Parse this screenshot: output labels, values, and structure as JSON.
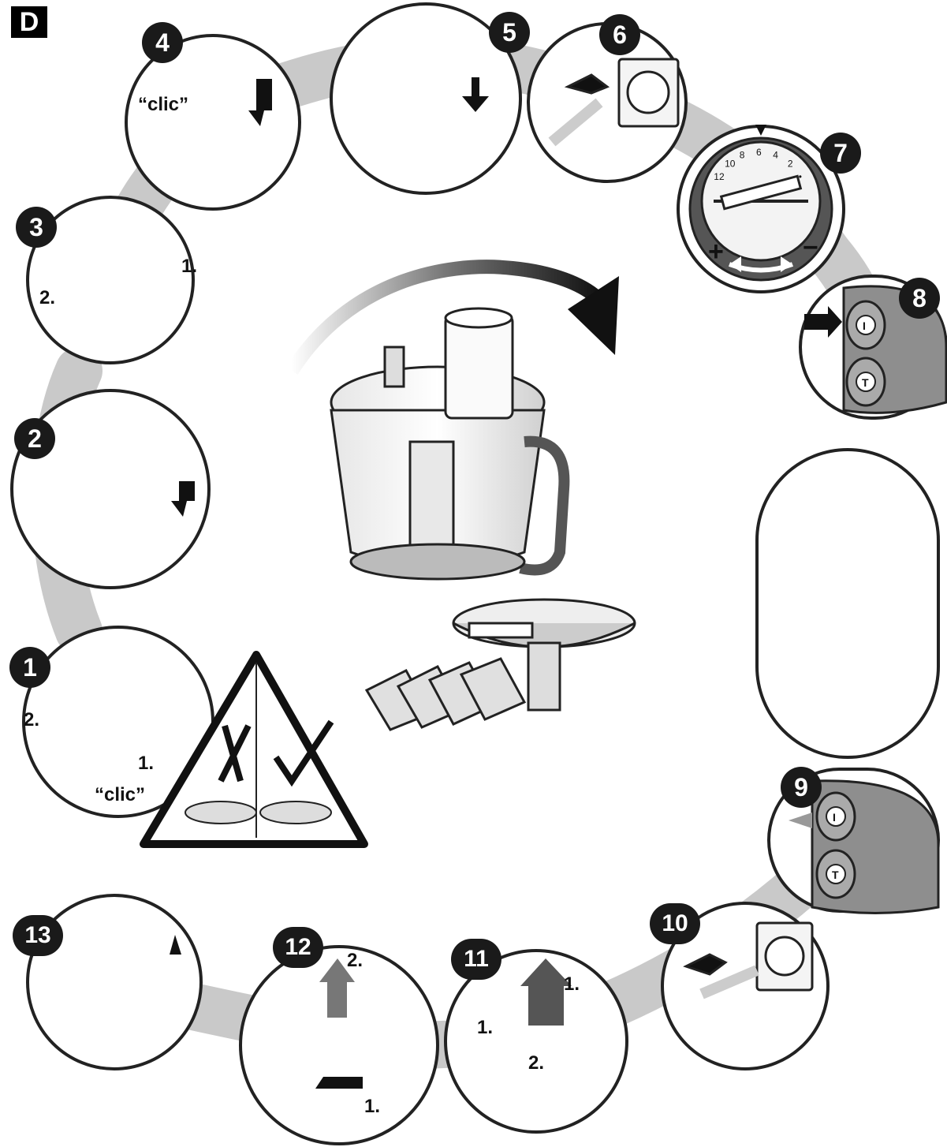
{
  "section": "D",
  "steps": [
    {
      "num": "1",
      "labels": {
        "a": "2.",
        "b": "1.",
        "clic": "“clic”"
      }
    },
    {
      "num": "2"
    },
    {
      "num": "3",
      "labels": {
        "a": "1.",
        "b": "2."
      }
    },
    {
      "num": "4",
      "labels": {
        "clic": "“clic”"
      }
    },
    {
      "num": "5"
    },
    {
      "num": "6"
    },
    {
      "num": "7",
      "dial": {
        "scale": [
          "12",
          "10",
          "8",
          "6",
          "4",
          "2",
          "•"
        ],
        "plus": "+",
        "minus": "−"
      }
    },
    {
      "num": "8",
      "buttons": [
        "I",
        "T"
      ]
    },
    {
      "num": "9",
      "buttons": [
        "I",
        "T"
      ]
    },
    {
      "num": "10"
    },
    {
      "num": "11",
      "labels": {
        "a": "1.",
        "b": "1.",
        "c": "2."
      }
    },
    {
      "num": "12",
      "labels": {
        "a": "2.",
        "b": "1."
      }
    },
    {
      "num": "13"
    }
  ],
  "colors": {
    "ring": "#c8c8c8",
    "ink": "#111111",
    "panel": "#ffffff",
    "shade": "#8e8e8e"
  }
}
